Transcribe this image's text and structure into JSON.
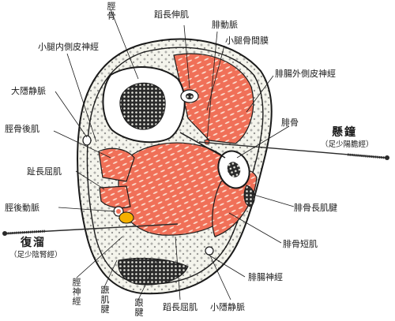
{
  "labels": {
    "tibia": "脛骨",
    "ehl": "蹈長伸肌",
    "fibular_artery": "腓動脈",
    "interosseous_membrane": "小腿骨間膜",
    "medial_sural_cutaneous": "小腿内側皮神經",
    "great_saphenous": "大隱静脈",
    "lateral_sural_cutaneous": "腓腸外側皮神經",
    "fibula": "腓骨",
    "tibialis_posterior": "脛骨後肌",
    "xuanzhong": "懸鐘",
    "xuanzhong_meridian": "（足少陽膽經）",
    "fdl": "趾長屈肌",
    "peroneus_longus_tendon": "腓骨長肌腱",
    "posterior_tibial_artery": "脛後動脈",
    "fuliu": "復溜",
    "fuliu_meridian": "（足少陰腎經）",
    "peroneus_brevis": "腓骨短肌",
    "sural_nerve": "腓腸神經",
    "tibial_nerve": "脛神經",
    "achilles_tendon": "蹠肌腱",
    "calcaneal": "跟腱",
    "fhl": "蹈長屈肌",
    "small_saphenous": "小隱静脈"
  },
  "colors": {
    "muscle": "#f07058",
    "outline": "#1a1a1a",
    "fat": "#f4f4ec",
    "artery": "#f5b000",
    "needle": "#2a2a2a"
  }
}
